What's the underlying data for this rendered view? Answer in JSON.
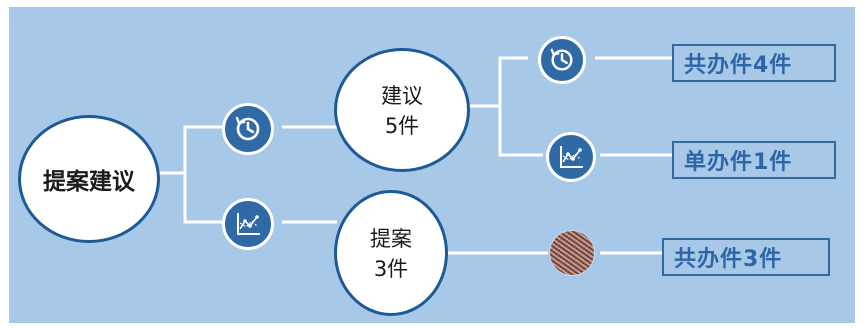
{
  "root": {
    "label": "提案建议"
  },
  "branches": [
    {
      "title": "建议",
      "count": "5件",
      "icon": "clock-history-icon"
    },
    {
      "title": "提案",
      "count": "3件",
      "icon": "line-chart-icon"
    }
  ],
  "leaves": [
    {
      "label": "共办件4件",
      "icon": "clock-history-icon"
    },
    {
      "label": "单办件1件",
      "icon": "line-chart-icon"
    },
    {
      "label": "共办件3件",
      "icon": "texture-image"
    }
  ],
  "colors": {
    "background": "#a8c8e8",
    "accent": "#2f6aa6",
    "circle_border": "#1d5a96",
    "connector": "#ffffff"
  }
}
